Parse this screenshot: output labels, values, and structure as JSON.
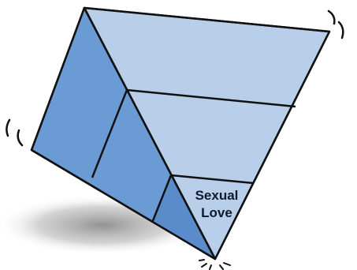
{
  "diagram": {
    "type": "tilted-pyramid",
    "colors": {
      "face_front": "#b9cfe9",
      "face_side": "#6b9bd4",
      "face_side_dark": "#5a8bcb",
      "outline": "#111111",
      "shadow": "#9a9a9a"
    },
    "layers": [
      {
        "label_line1": "",
        "label_line2": ""
      },
      {
        "label_line1": "",
        "label_line2": ""
      },
      {
        "label_line1": "Sexual",
        "label_line2": "Love"
      }
    ],
    "motion_marks": [
      "wobble-left-icon",
      "wobble-right-icon",
      "impact-burst-icon"
    ]
  }
}
